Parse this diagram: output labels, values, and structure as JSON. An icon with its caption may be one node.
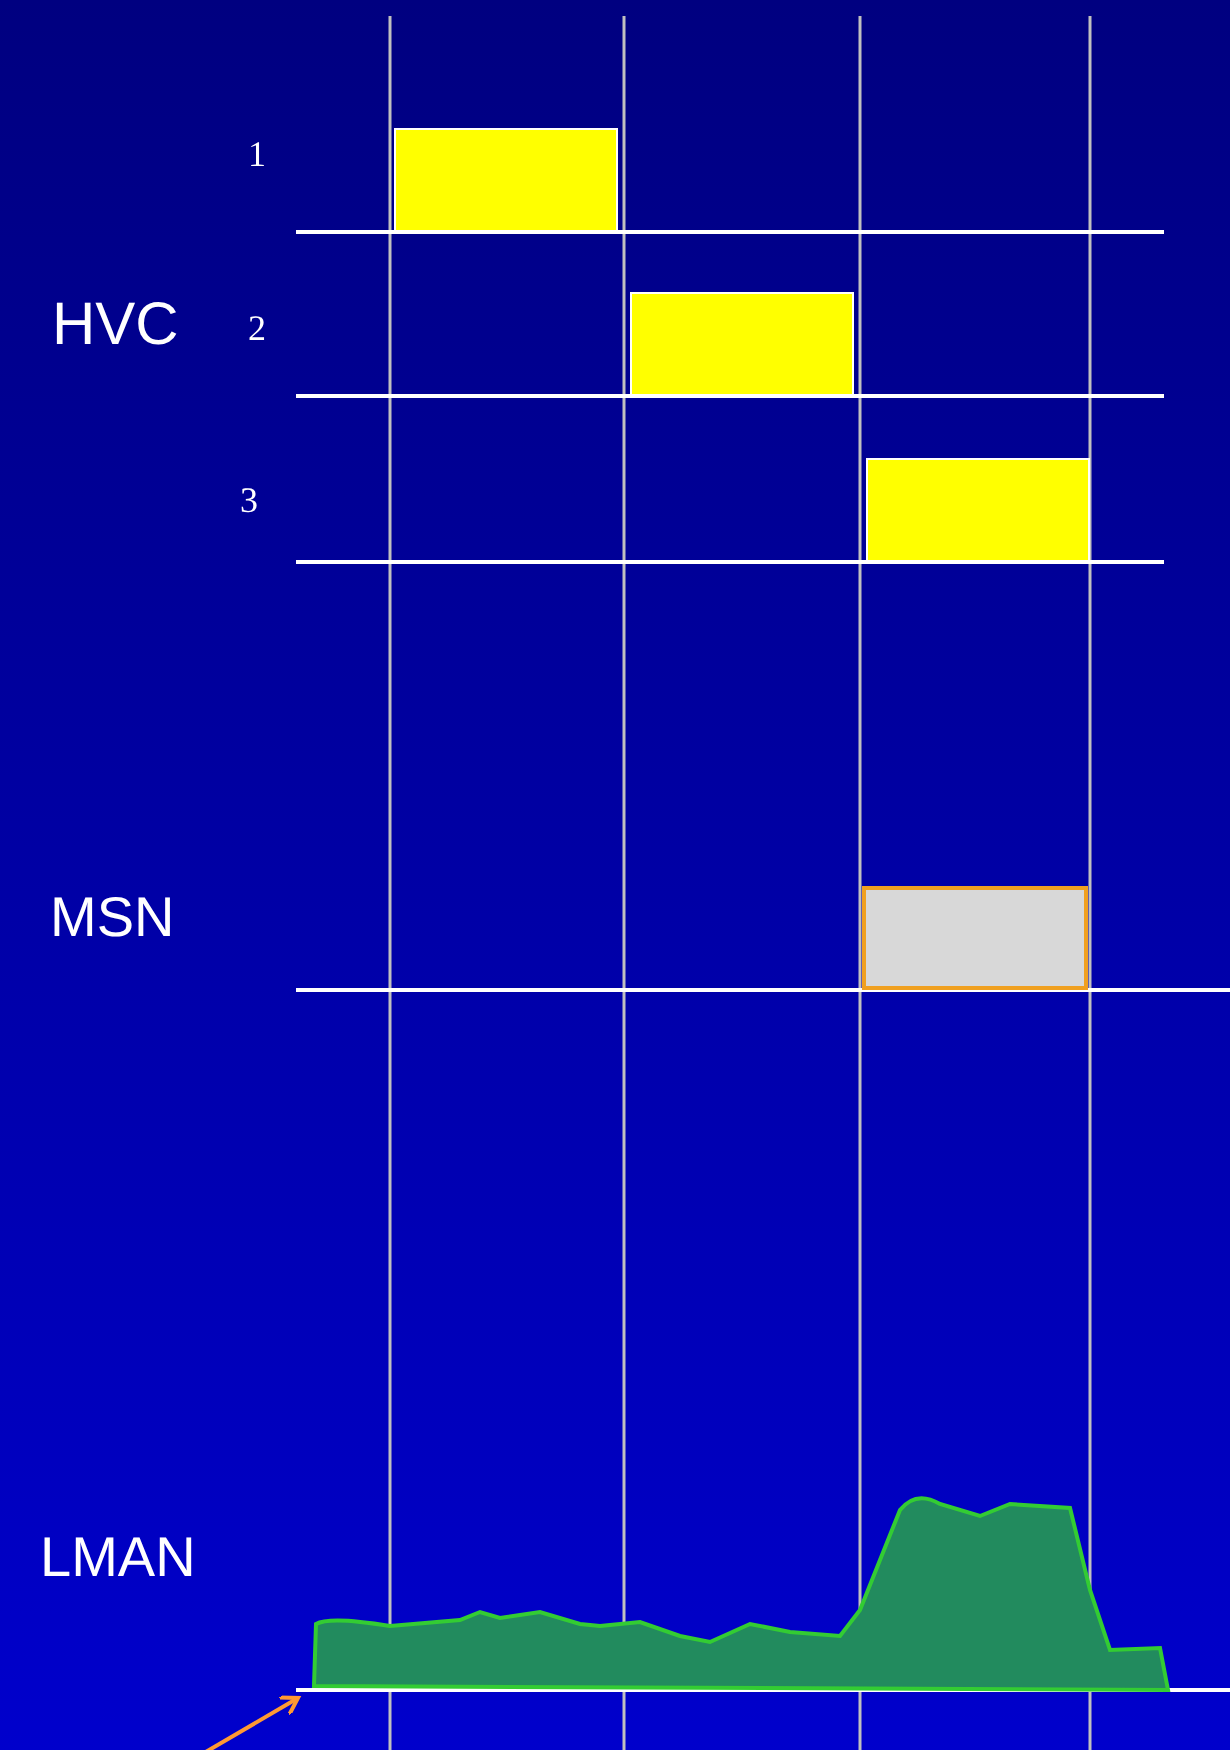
{
  "diagram": {
    "nodes": [
      {
        "text": [],
        "shape": "box"
      },
      {
        "text": [],
        "shape": "box"
      },
      {
        "text": [],
        "shape": "box"
      },
      {
        "text": [],
        "shape": "box"
      },
      {
        "text": [],
        "shape": "wave"
      }
    ],
    "edges": [
      {
        "from": null,
        "to": 4,
        "arrow": "to",
        "color": "#ff9933"
      }
    ],
    "labels": [
      "1",
      "HVC",
      "2",
      "3",
      "MSN",
      "LMAN"
    ]
  }
}
